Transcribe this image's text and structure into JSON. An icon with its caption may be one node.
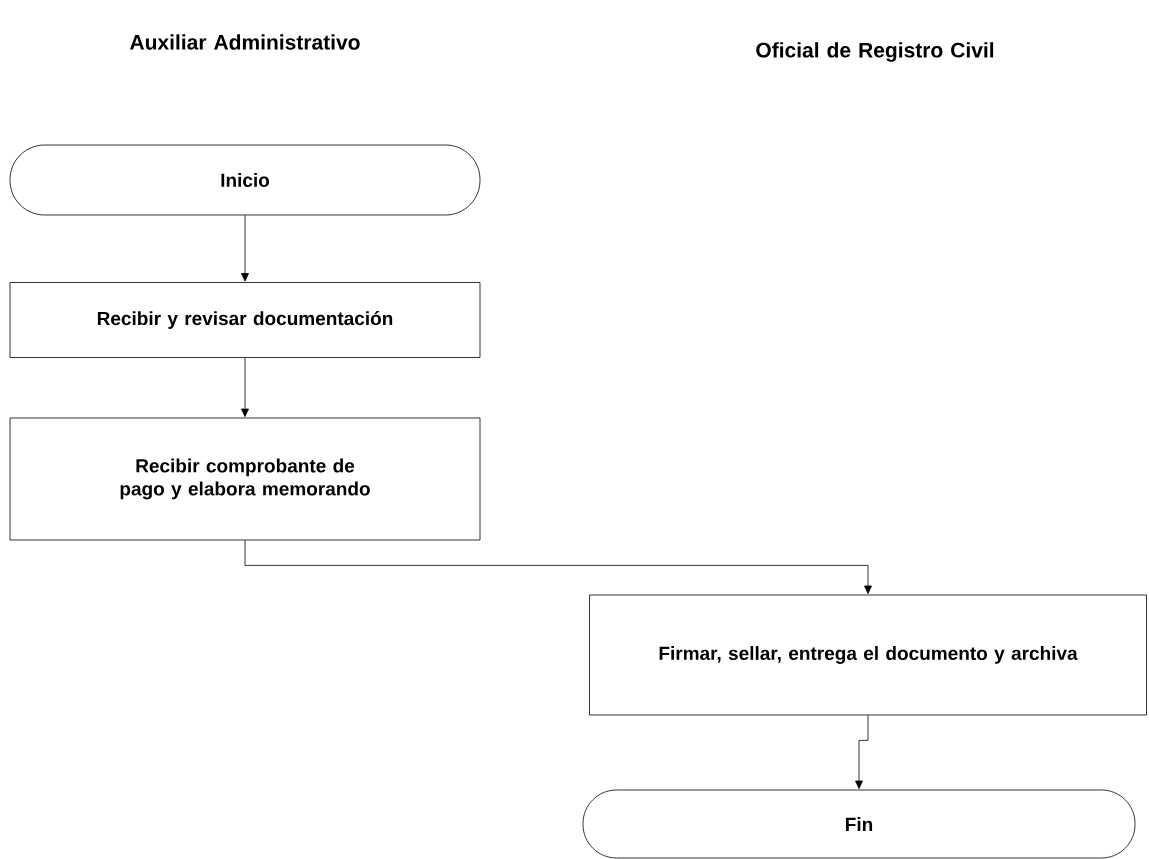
{
  "diagram": {
    "nodes": [
      {
        "text": [
          "Inicio"
        ]
      },
      {
        "text": [
          "Recibir y revisar documentación"
        ]
      },
      {
        "text": [
          "Recibir comprobante de pago y elabora memorando"
        ]
      },
      {
        "text": [
          "Firmar, sellar, entrega el documento y archiva"
        ]
      },
      {
        "text": [
          "Fin"
        ]
      }
    ],
    "edges": [
      {
        "from": 0,
        "to": 1,
        "arrow": "to"
      },
      {
        "from": 1,
        "to": 2,
        "arrow": "to"
      },
      {
        "from": 2,
        "to": 3,
        "arrow": "to"
      },
      {
        "from": 3,
        "to": 4,
        "arrow": "to"
      }
    ],
    "labels": [
      "Auxiliar Administrativo",
      "Oficial de Registro Civil"
    ]
  }
}
